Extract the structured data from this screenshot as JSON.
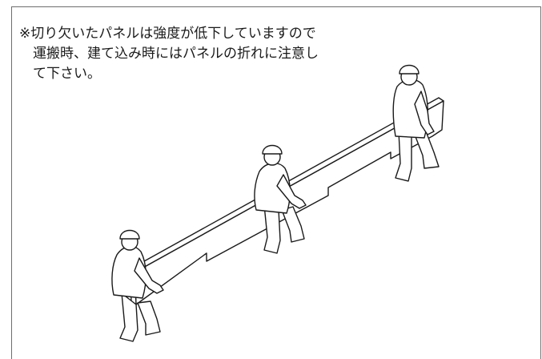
{
  "notice": {
    "lines": [
      "※切り欠いたパネルは強度が低下していますので",
      "運搬時、建て込み時にはパネルの折れに注意し",
      "て下さい。"
    ]
  },
  "illustration": {
    "icon": "workers-carrying-notched-panel-illustration",
    "stroke_color": "#1a1a1a",
    "worker_count": 3
  }
}
